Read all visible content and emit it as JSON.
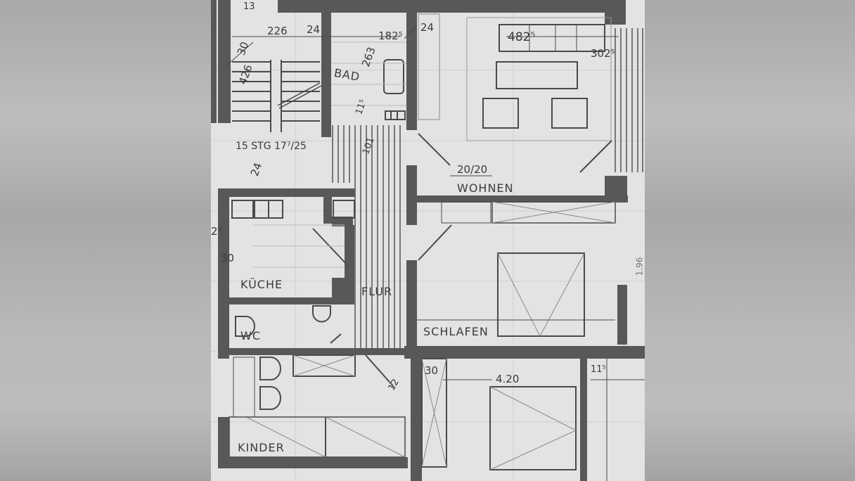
{
  "document": {
    "type": "floor-plan",
    "colors": {
      "paper": "#e3e3e3",
      "wall": "#585858",
      "line": "#4a4a4a",
      "background": "#b3b3b3"
    },
    "rooms": [
      {
        "id": "bad",
        "label": "BAD"
      },
      {
        "id": "wohnen",
        "label": "WOHNEN"
      },
      {
        "id": "kueche",
        "label": "KÜCHE"
      },
      {
        "id": "flur",
        "label": "FLUR"
      },
      {
        "id": "schlafen",
        "label": "SCHLAFEN"
      },
      {
        "id": "wc",
        "label": "WC"
      },
      {
        "id": "kinder",
        "label": "KINDER"
      }
    ],
    "dimensions": {
      "d226": "226",
      "d24_top": "24",
      "d182": "182⁵",
      "d24_wohnen": "24",
      "d482": "482⁵",
      "d302": "302⁵",
      "d426": "426",
      "d30_stair": "30",
      "d263": "263",
      "d115_bad": "11⁵",
      "d101": "101",
      "stairs": "15 STG 17⁷/25",
      "d24_stair": "24",
      "d2020": "20/20",
      "d2_5": "2⁵",
      "d30_kueche": "30",
      "d196": "1.96",
      "d12": "12",
      "d30_lower": "30",
      "d420": "4.20",
      "d115_lower": "11⁵",
      "d13": "13"
    }
  }
}
